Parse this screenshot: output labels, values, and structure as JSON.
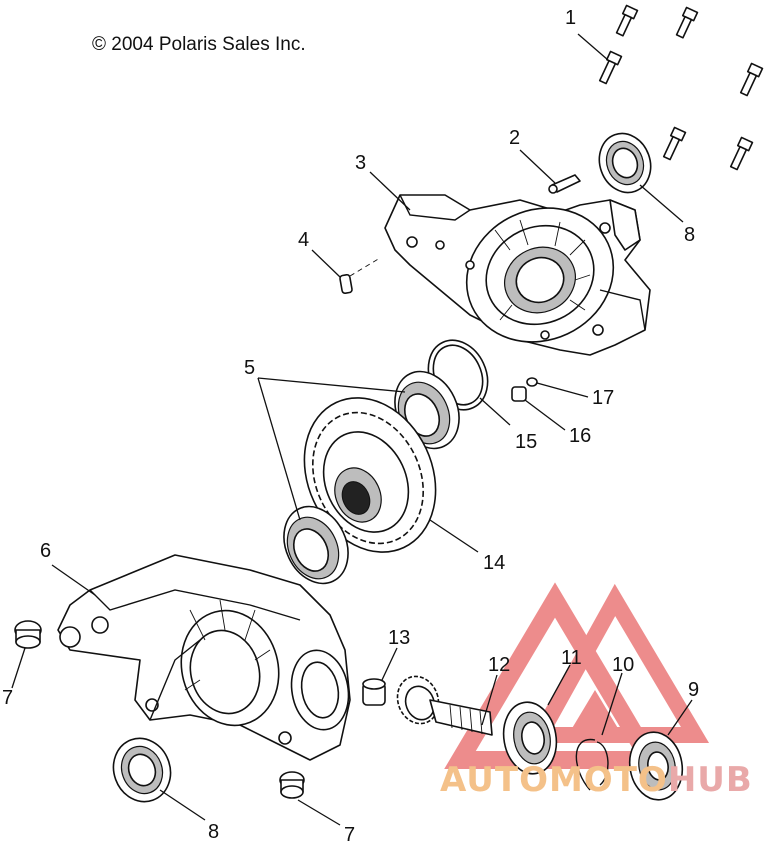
{
  "copyright": "© 2004 Polaris Sales Inc.",
  "callouts": {
    "c1": "1",
    "c2": "2",
    "c3": "3",
    "c4": "4",
    "c5": "5",
    "c6": "6",
    "c7a": "7",
    "c7b": "7",
    "c8a": "8",
    "c8b": "8",
    "c9": "9",
    "c10": "10",
    "c11": "11",
    "c12": "12",
    "c13": "13",
    "c14": "14",
    "c15": "15",
    "c16": "16",
    "c17": "17"
  },
  "watermark": {
    "part1": "AUTOMOTO",
    "part2": "HUB",
    "color_red": "#e03030",
    "color_orange": "#f0a040"
  }
}
